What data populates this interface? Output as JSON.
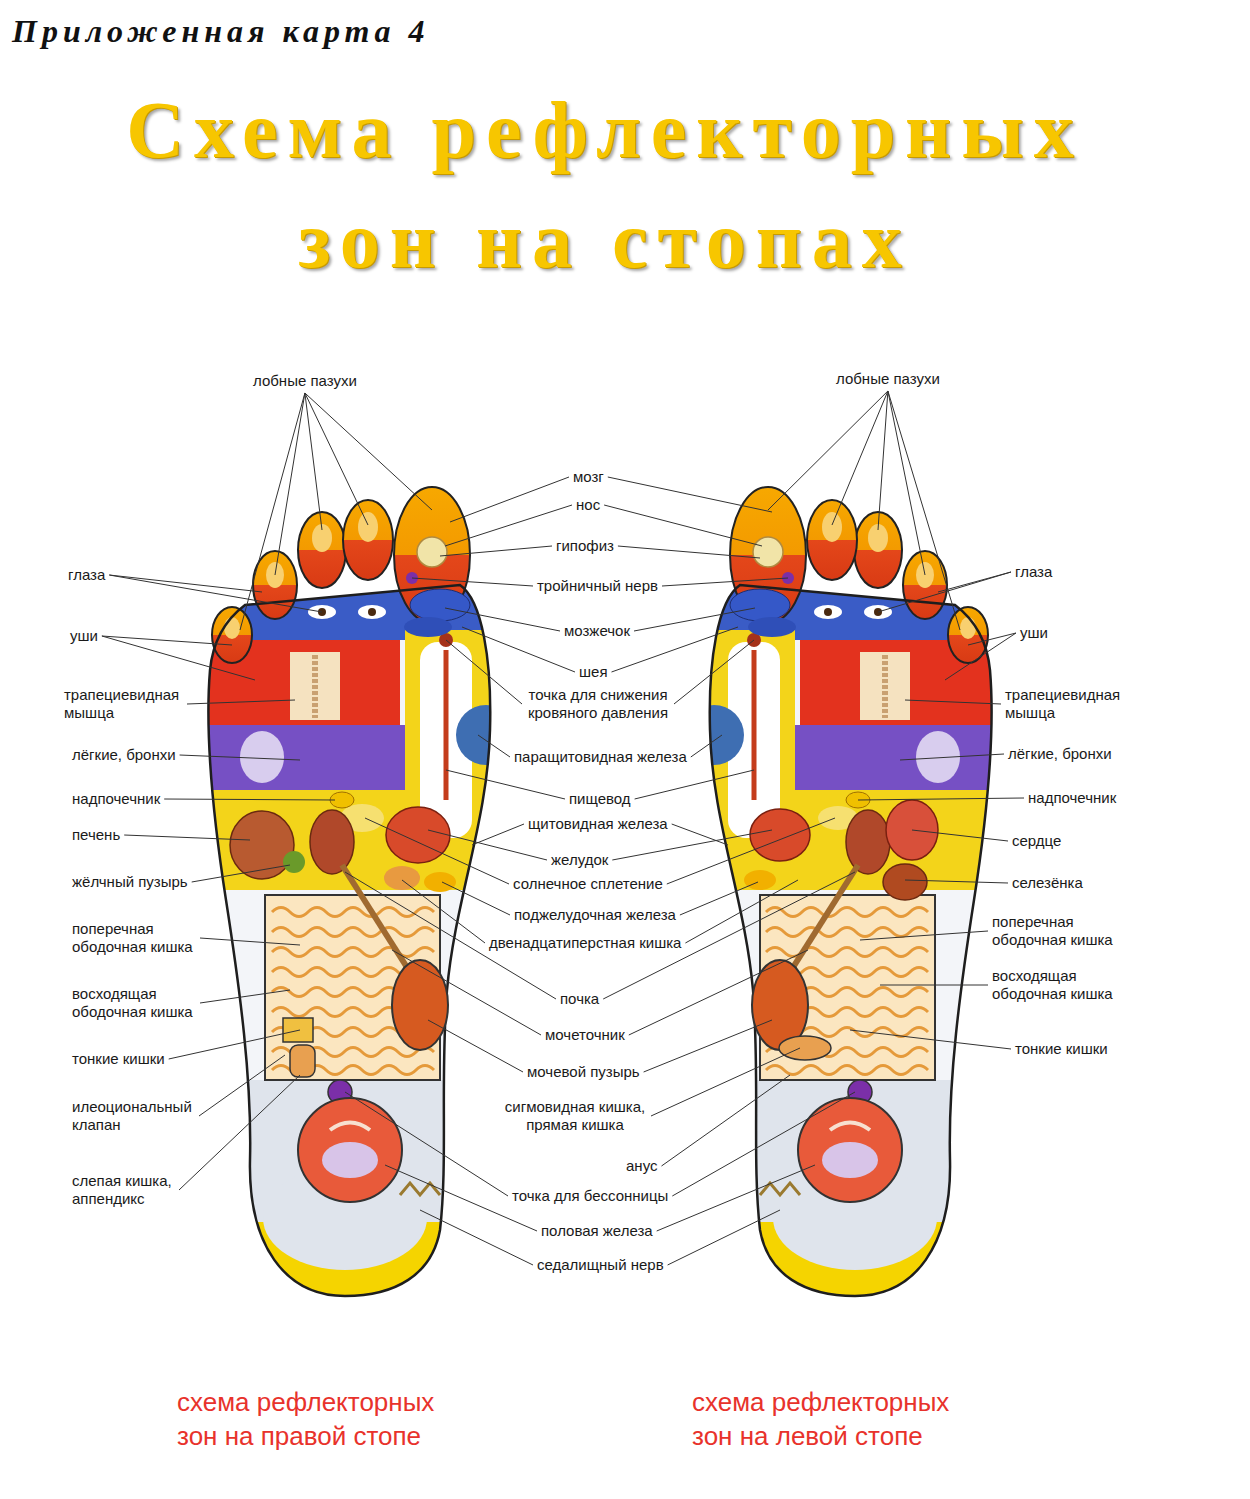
{
  "diagram": {
    "title": "Схема рефлекторных зон на стопах",
    "labels": [
      "Приложенная карта 4",
      "лобные пазухи",
      "лобные пазухи",
      "мозг",
      "нос",
      "гипофиз",
      "глаза",
      "тройничный нерв",
      "глаза",
      "мозжечок",
      "уши",
      "уши",
      "шея",
      "трапециевидная мышца",
      "точка для снижения кровяного давления",
      "трапециевидная мышца",
      "лёгкие, бронхи",
      "паращитовидная железа",
      "лёгкие, бронхи",
      "надпочечник",
      "пищевод",
      "надпочечник",
      "щитовидная железа",
      "печень",
      "сердце",
      "желудок",
      "жёлчный пузырь",
      "солнечное сплетение",
      "селезёнка",
      "поджелудочная железа",
      "поперечная ободочная кишка",
      "поперечная ободочная кишка",
      "двенадцатиперстная кишка",
      "восходящая ободочная кишка",
      "восходящая ободочная кишка",
      "почка",
      "мочеточник",
      "тонкие кишки",
      "тонкие кишки",
      "мочевой пузырь",
      "илеоциональный клапан",
      "сигмовидная кишка, прямая кишка",
      "анус",
      "слепая кишка, аппендикс",
      "точка для бессонницы",
      "половая железа",
      "седалищный нерв",
      "схема рефлекторных зон на правой стопе",
      "схема рефлекторных зон на левой стопе"
    ]
  }
}
